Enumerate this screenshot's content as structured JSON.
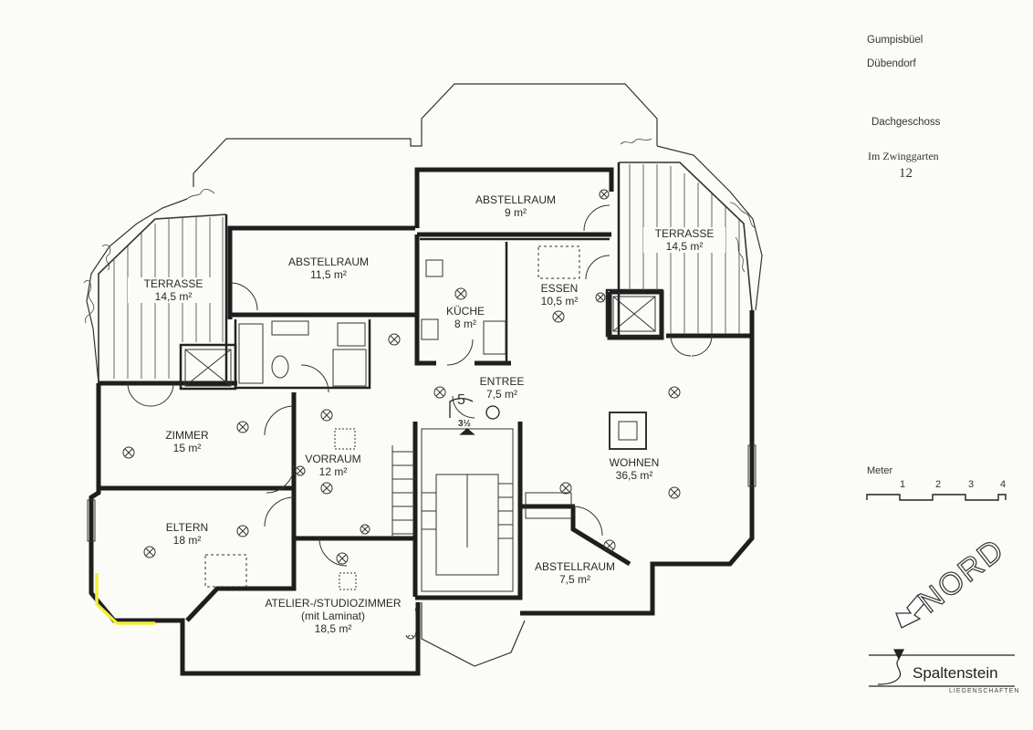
{
  "header": {
    "line1": "Gumpisbüel",
    "line2": "Dübendorf",
    "floor": "Dachgeschoss",
    "street": "Im Zwinggarten",
    "number": "12"
  },
  "rooms": {
    "abstell_top": {
      "name": "ABSTELLRAUM",
      "area": "9 m²"
    },
    "abstell_left": {
      "name": "ABSTELLRAUM",
      "area": "11,5 m²"
    },
    "terrasse_left": {
      "name": "TERRASSE",
      "area": "14,5 m²"
    },
    "terrasse_right": {
      "name": "TERRASSE",
      "area": "14,5 m²"
    },
    "essen": {
      "name": "ESSEN",
      "area": "10,5 m²"
    },
    "kueche": {
      "name": "KÜCHE",
      "area": "8 m²"
    },
    "entree": {
      "name": "ENTREE",
      "area": "7,5 m²"
    },
    "zimmer": {
      "name": "ZIMMER",
      "area": "15 m²"
    },
    "vorraum": {
      "name": "VORRAUM",
      "area": "12 m²"
    },
    "wohnen": {
      "name": "WOHNEN",
      "area": "36,5 m²"
    },
    "eltern": {
      "name": "ELTERN",
      "area": "18 m²"
    },
    "abstell_bottom": {
      "name": "ABSTELLRAUM",
      "area": "7,5 m²"
    },
    "atelier": {
      "name": "ATELIER-/STUDIOZIMMER",
      "note": "(mit Laminat)",
      "area": "18,5 m²"
    }
  },
  "unit": {
    "number": "5",
    "rooms": "3½"
  },
  "scale": {
    "title": "Meter",
    "ticks": [
      "1",
      "2",
      "3",
      "4"
    ]
  },
  "north_label": "NORD",
  "logo": {
    "name": "Spaltenstein",
    "sub": "LIEGENSCHAFTEN"
  },
  "colors": {
    "wall": "#1e1e1e",
    "line": "#333333",
    "highlight": "#f2ef3a",
    "paper": "#fbfbf7"
  }
}
